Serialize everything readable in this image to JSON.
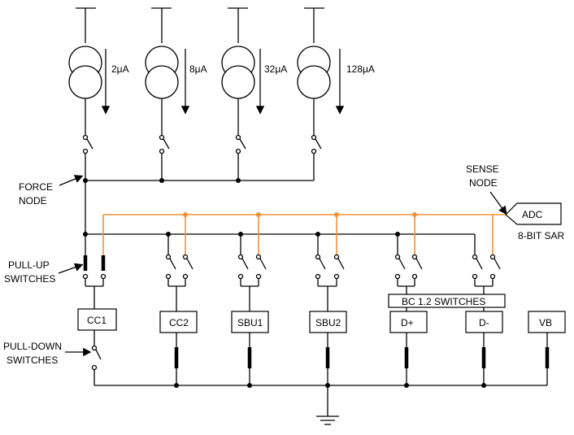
{
  "current_sources": [
    {
      "label": "2μA"
    },
    {
      "label": "8μA"
    },
    {
      "label": "32μA"
    },
    {
      "label": "128μA"
    }
  ],
  "labels": {
    "force_node": [
      "FORCE",
      "NODE"
    ],
    "sense_node": [
      "SENSE",
      "NODE"
    ],
    "adc": "ADC",
    "adc_caption": "8-BIT SAR",
    "pull_up": [
      "PULL-UP",
      "SWITCHES"
    ],
    "pull_down": [
      "PULL-DOWN",
      "SWITCHES"
    ],
    "bc_switches": "BC 1.2 SWITCHES"
  },
  "pins": [
    {
      "label": "CC1"
    },
    {
      "label": "CC2"
    },
    {
      "label": "SBU1"
    },
    {
      "label": "SBU2"
    },
    {
      "label": "D+"
    },
    {
      "label": "D-"
    },
    {
      "label": "VB"
    }
  ],
  "colors": {
    "wire": "#000000",
    "sense_wire": "#f0923a"
  }
}
